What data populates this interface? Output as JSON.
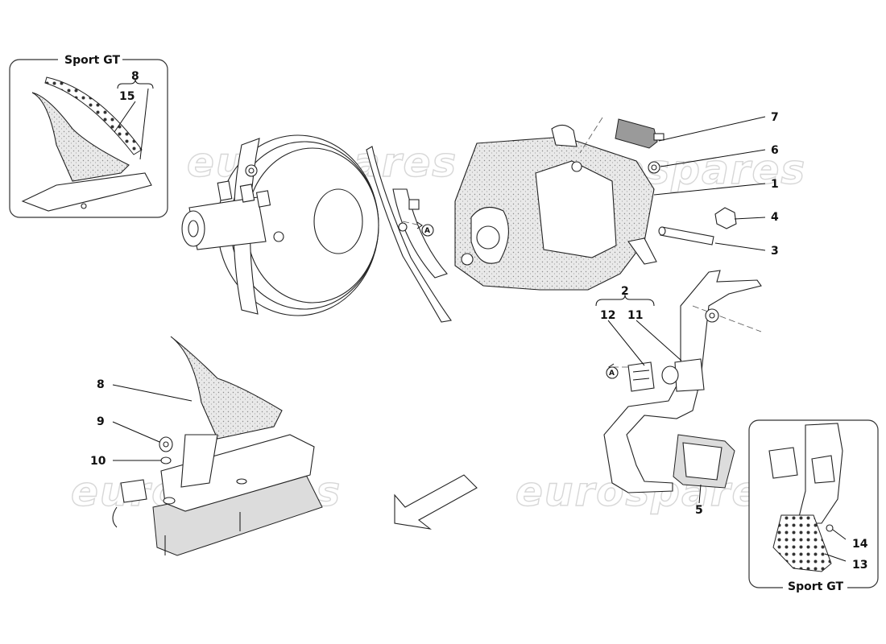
{
  "watermark": "eurospares",
  "inset_title": "Sport GT",
  "reference_mark": "A",
  "callouts": {
    "c1": "1",
    "c2": "2",
    "c3": "3",
    "c4": "4",
    "c5": "5",
    "c6": "6",
    "c7": "7",
    "c8": "8",
    "c9": "9",
    "c10": "10",
    "c11": "11",
    "c12": "12",
    "c13": "13",
    "c14": "14",
    "c15": "15"
  }
}
